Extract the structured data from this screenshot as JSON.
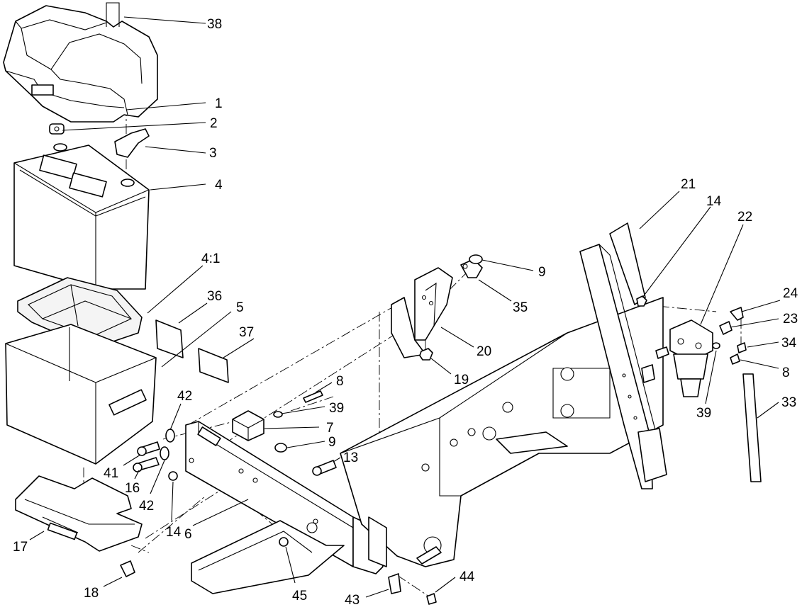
{
  "callouts": [
    "38",
    "1",
    "2",
    "3",
    "4",
    "4:1",
    "36",
    "5",
    "37",
    "42",
    "41",
    "16",
    "42",
    "14",
    "6",
    "17",
    "18",
    "8",
    "39",
    "7",
    "9",
    "13",
    "9",
    "35",
    "20",
    "19",
    "21",
    "14",
    "22",
    "24",
    "23",
    "34",
    "8",
    "39",
    "33",
    "45",
    "43",
    "44"
  ]
}
